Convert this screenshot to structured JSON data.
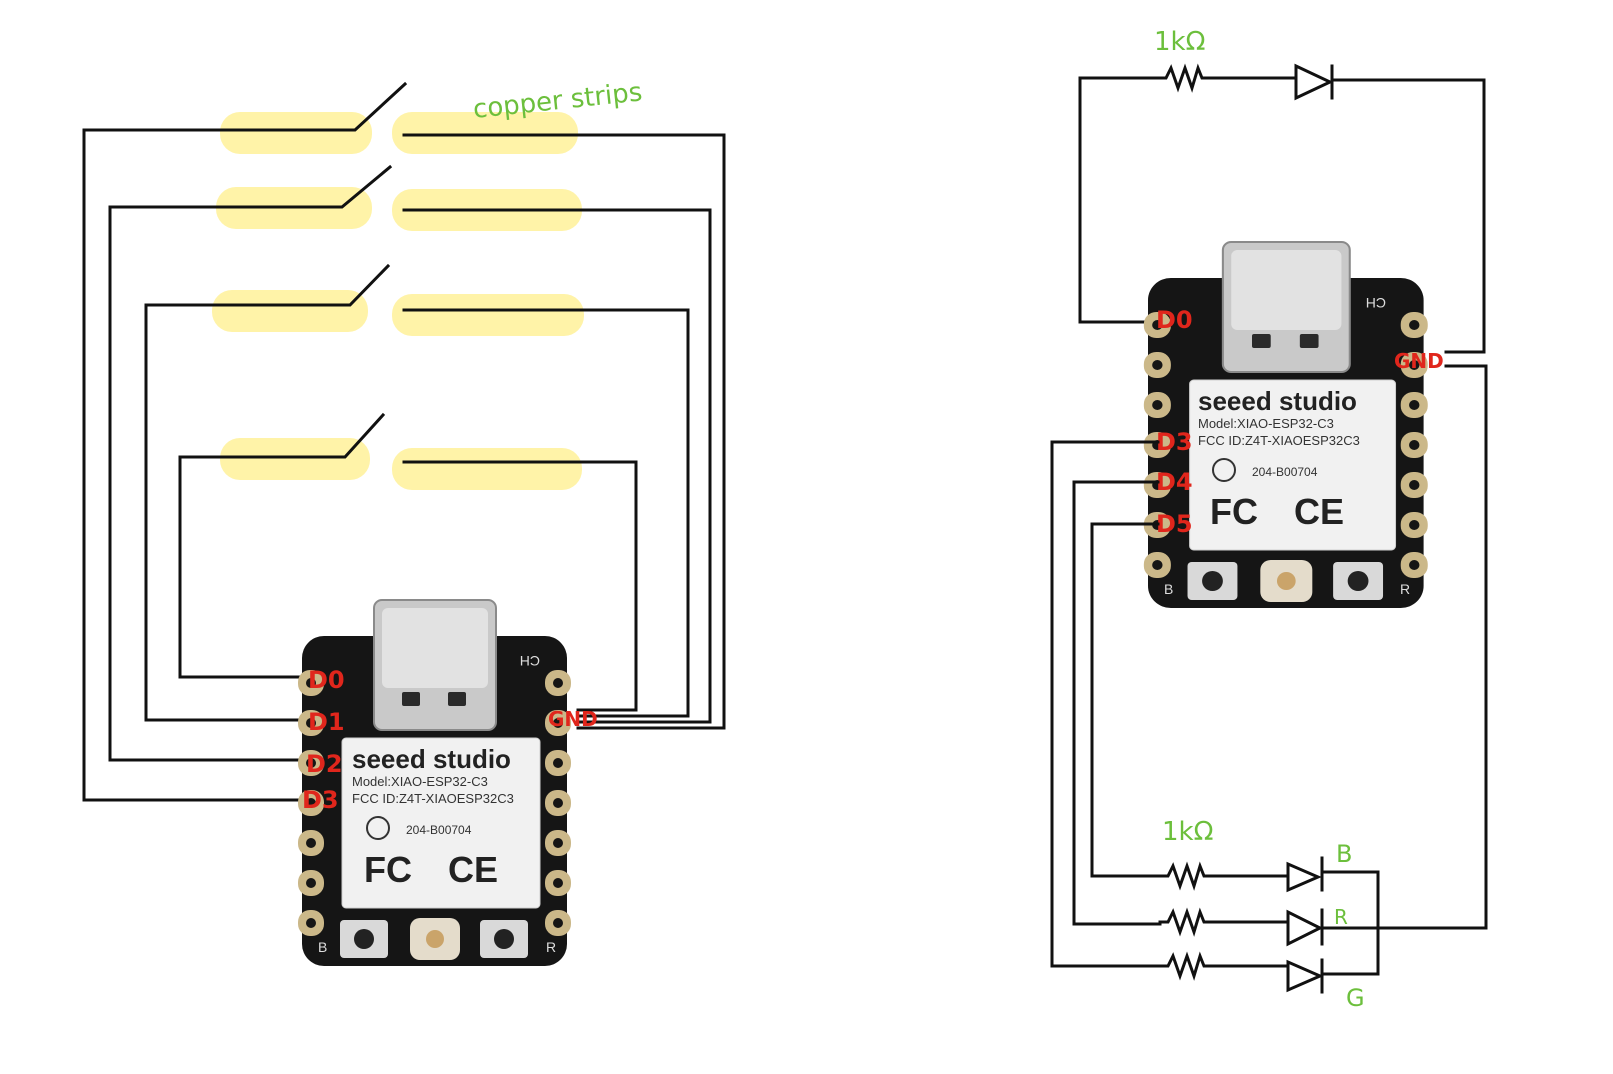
{
  "left_circuit": {
    "annotation": "copper strips",
    "pin_labels": [
      "D0",
      "D1",
      "D2",
      "D3"
    ],
    "gnd_label": "GND"
  },
  "right_circuit": {
    "top_resistor_label": "1kΩ",
    "pin_labels": [
      "D0",
      "D3",
      "D4",
      "D5"
    ],
    "gnd_label": "GND",
    "rgb_resistor_label": "1kΩ",
    "led_labels": [
      "B",
      "R",
      "G"
    ]
  },
  "board": {
    "brand": "seeed studio",
    "model": "Model:XIAO-ESP32-C3",
    "fcc": "FCC ID:Z4T-XIAOESP32C3",
    "cert": "204-B00704",
    "fc": "FC",
    "ce": "CE",
    "ch": "CH",
    "b": "B",
    "r": "R"
  },
  "colors": {
    "pad_highlight": "#fff3a8",
    "pin_label": "#e0261c",
    "annotation": "#6cbf3c",
    "board": "#151515",
    "pin_gold": "#cbb889"
  }
}
